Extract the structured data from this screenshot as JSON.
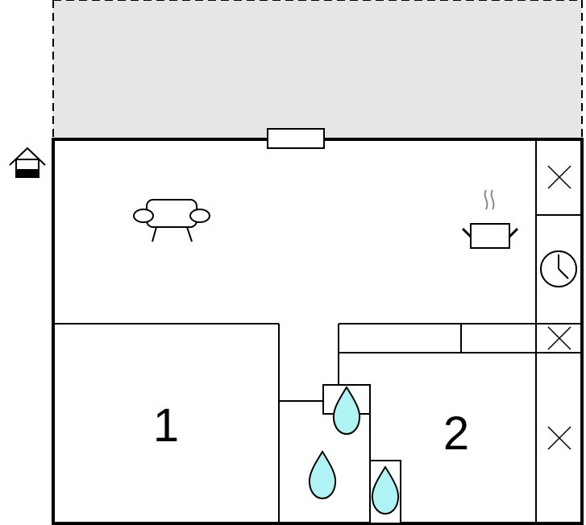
{
  "rooms": [
    {
      "id": "bedroom-1",
      "label": "1"
    },
    {
      "id": "bedroom-2",
      "label": "2"
    }
  ],
  "icons": {
    "sofa": "sofa-icon",
    "stove": "cooking-pot-icon",
    "clock": "clock-icon",
    "water": "water-drop-icon",
    "house": "house-icon"
  },
  "colors": {
    "terrace": "#e6e6e6",
    "water": "#aff3f5",
    "wall": "#000000",
    "steam": "#888888"
  }
}
